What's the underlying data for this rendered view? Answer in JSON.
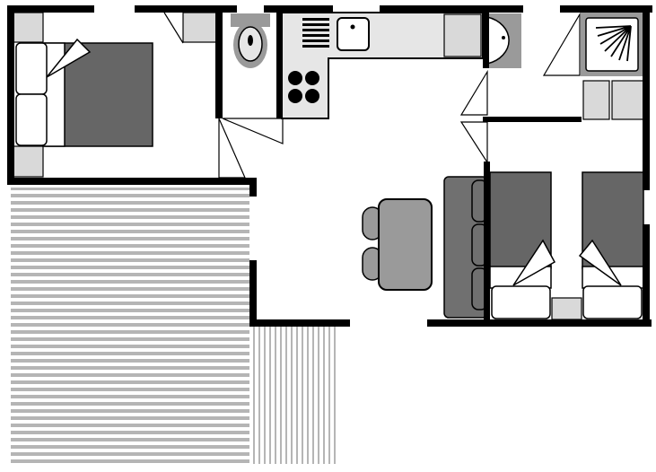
{
  "plan": {
    "colors": {
      "wall": "#000000",
      "floor": "#ffffff",
      "bed_cover": "#666666",
      "furniture_light": "#d9d9d9",
      "furniture_mid": "#9a9a9a",
      "sofa": "#707070",
      "deck_stripe": "#b5b5b5",
      "sink_fill": "#e6e6e6"
    },
    "rooms": [
      "master-bedroom",
      "toilet",
      "kitchen",
      "shower-room",
      "twin-bedroom",
      "living-area",
      "terrace"
    ],
    "icons": [
      "double-bed-icon",
      "toilet-icon",
      "sink-icon",
      "stove-icon",
      "washbasin-icon",
      "shower-icon",
      "dining-table-icon",
      "sofa-icon",
      "single-bed-icon",
      "door-swing-icon",
      "decking-icon"
    ]
  }
}
